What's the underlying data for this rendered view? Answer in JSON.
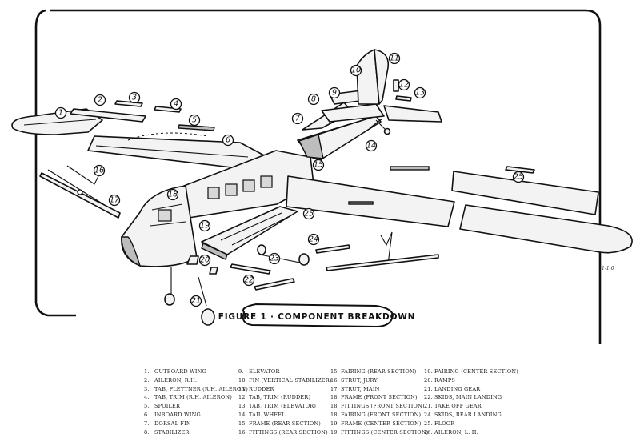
{
  "figure": {
    "title": "FIGURE 1 · COMPONENT BREAKDOWN",
    "signature": "1-1-0"
  },
  "callouts": [
    "1",
    "2",
    "3",
    "4",
    "5",
    "6",
    "7",
    "8",
    "9",
    "10",
    "11",
    "12",
    "13",
    "14",
    "15",
    "16",
    "17",
    "18",
    "19",
    "20",
    "21",
    "22",
    "23",
    "24",
    "25"
  ],
  "legend": [
    [
      {
        "num": "1.",
        "label": "OUTBOARD WING"
      },
      {
        "num": "2.",
        "label": "AILERON, R.H."
      },
      {
        "num": "3.",
        "label": "TAB, FLETTNER (R.H. AILERON)"
      },
      {
        "num": "4.",
        "label": "TAB, TRIM (R.H. AILERON)"
      },
      {
        "num": "5.",
        "label": "SPOILER"
      },
      {
        "num": "6.",
        "label": "INBOARD WING"
      },
      {
        "num": "7.",
        "label": "DORSAL FIN"
      },
      {
        "num": "8.",
        "label": "STABILIZER"
      }
    ],
    [
      {
        "num": "9.",
        "label": "ELEVATOR"
      },
      {
        "num": "10.",
        "label": "FIN (VERTICAL STABILIZER)"
      },
      {
        "num": "11.",
        "label": "RUDDER"
      },
      {
        "num": "12.",
        "label": "TAB, TRIM (RUDDER)"
      },
      {
        "num": "13.",
        "label": "TAB, TRIM (ELEVATOR)"
      },
      {
        "num": "14.",
        "label": "TAIL WHEEL"
      },
      {
        "num": "15.",
        "label": "FRAME (REAR SECTION)"
      },
      {
        "num": "16.",
        "label": "FITTINGS (REAR SECTION)"
      }
    ],
    [
      {
        "num": "15.",
        "label": "FAIRING (REAR SECTION)"
      },
      {
        "num": "16.",
        "label": "STRUT, JURY"
      },
      {
        "num": "17.",
        "label": "STRUT, MAIN"
      },
      {
        "num": "18.",
        "label": "FRAME (FRONT SECTION)"
      },
      {
        "num": "18.",
        "label": "FITTINGS (FRONT SECTION)"
      },
      {
        "num": "18.",
        "label": "FAIRING (FRONT SECTION)"
      },
      {
        "num": "19.",
        "label": "FRAME (CENTER SECTION)"
      },
      {
        "num": "19.",
        "label": "FITTINGS (CENTER SECTION)"
      }
    ],
    [
      {
        "num": "19.",
        "label": "FAIRING (CENTER SECTION)"
      },
      {
        "num": "20.",
        "label": "RAMPS"
      },
      {
        "num": "21.",
        "label": "LANDING GEAR"
      },
      {
        "num": "22.",
        "label": "SKIDS, MAIN LANDING"
      },
      {
        "num": "21.",
        "label": "TAKE OFF GEAR"
      },
      {
        "num": "24.",
        "label": "SKIDS, REAR LANDING"
      },
      {
        "num": "25.",
        "label": "FLOOR"
      },
      {
        "num": "26.",
        "label": "AILERON, L. H."
      }
    ]
  ]
}
